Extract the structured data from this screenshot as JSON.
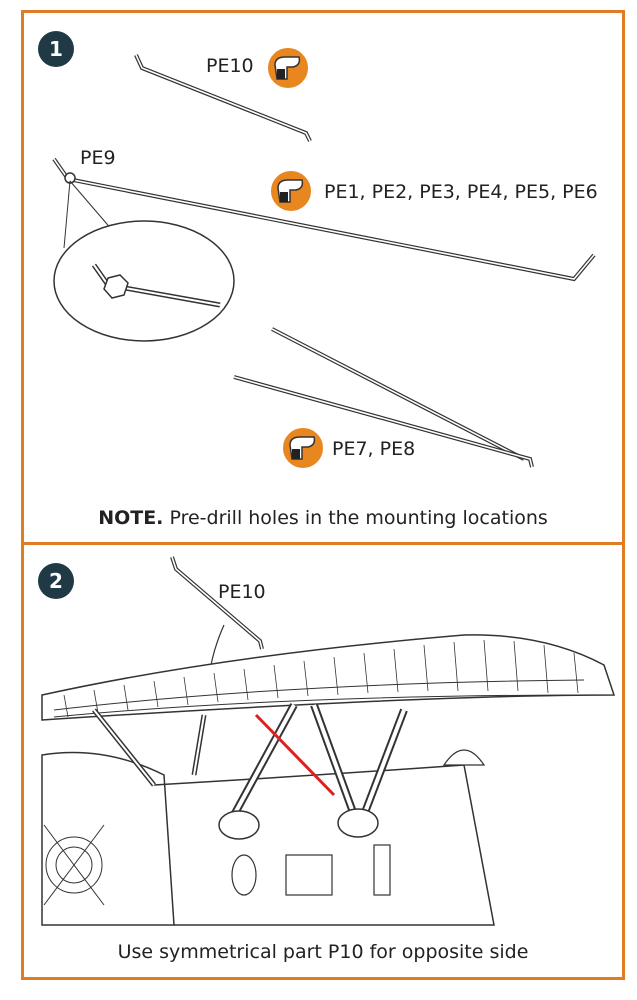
{
  "step1": {
    "number": "1",
    "labels": {
      "pe10": "PE10",
      "pe9": "PE9",
      "pe1_6": "PE1, PE2, PE3, PE4, PE5, PE6",
      "pe7_8": "PE7, PE8"
    },
    "note_bold": "NOTE.",
    "note_text": " Pre-drill holes in the mounting locations"
  },
  "step2": {
    "number": "2",
    "labels": {
      "pe10": "PE10"
    },
    "caption": "Use symmetrical part P10 for opposite side"
  },
  "icons": [
    "glue-icon",
    "glue-icon",
    "glue-icon"
  ],
  "colors": {
    "border": "#e07c24",
    "step_badge": "#1f3a44",
    "glue_orange": "#e8861f",
    "strut_red": "#e02020"
  }
}
